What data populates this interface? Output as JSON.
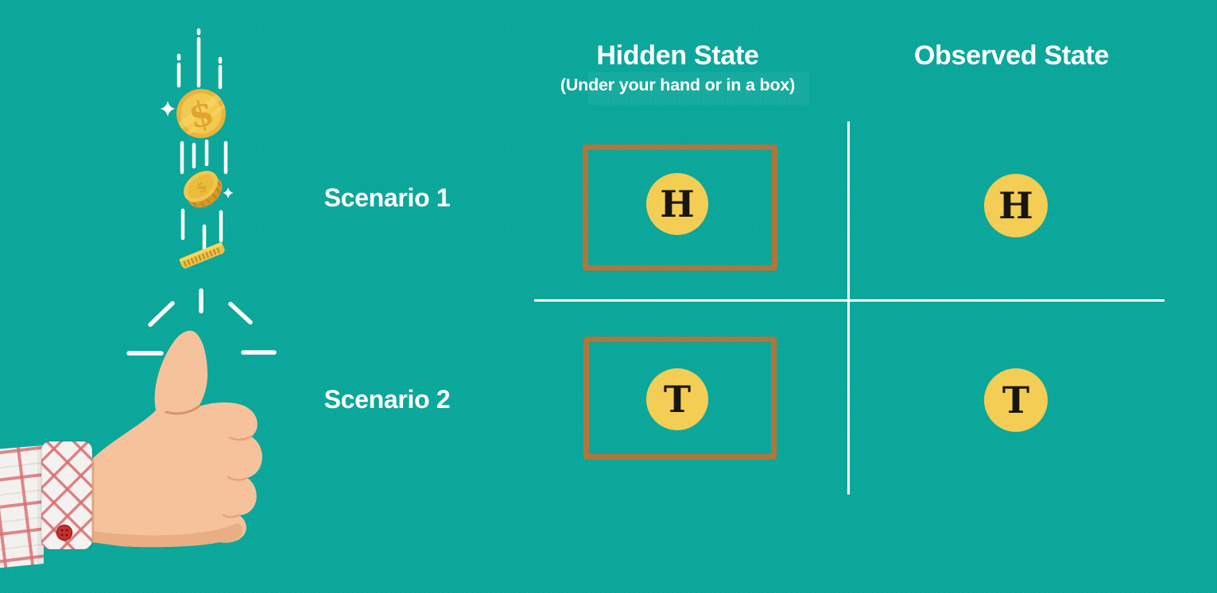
{
  "colors": {
    "background": "#0BA79A",
    "box_border": "#B0763B",
    "coin_fill": "#F4CD54",
    "coin_letter": "#191611",
    "divider": "#FFFFFF",
    "heading_text": "#FFFFFF"
  },
  "headers": {
    "hidden_title": "Hidden State",
    "hidden_subtitle": "(Under your hand or in a box)",
    "observed_title": "Observed State"
  },
  "scenarios": [
    {
      "label": "Scenario 1",
      "hidden_coin": "H",
      "observed_coin": "H"
    },
    {
      "label": "Scenario 2",
      "hidden_coin": "T",
      "observed_coin": "T"
    }
  ],
  "illustration": {
    "dollar_sign": "$",
    "icon_names": [
      "thumbs-up-hand-icon",
      "shirt-sleeve-icon",
      "cuff-button-icon",
      "dollar-coin-icon",
      "tilted-coin-icon",
      "edge-coin-icon",
      "motion-lines-icon",
      "sparkle-icon",
      "burst-rays-icon"
    ]
  }
}
